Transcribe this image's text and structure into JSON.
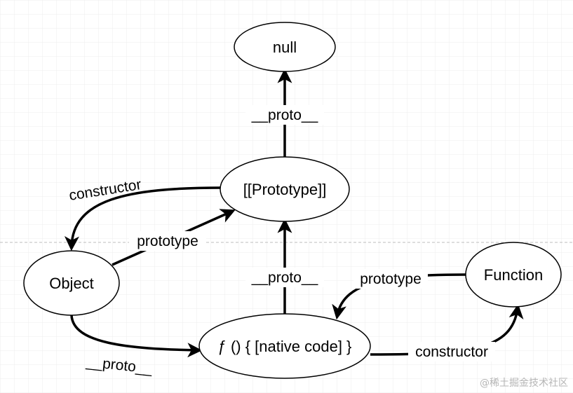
{
  "nodes": {
    "null": "null",
    "prototype_object": "[[Prototype]]",
    "object": "Object",
    "native_function": "ƒ () { [native code] }",
    "function": "Function"
  },
  "edges": {
    "proto_to_null": "__proto__",
    "native_proto": "__proto__",
    "object_proto": "__proto__",
    "object_prototype": "prototype",
    "function_prototype": "prototype",
    "constructor_object": "constructor",
    "constructor_function": "constructor"
  },
  "watermark": "@稀土掘金技术社区",
  "colors": {
    "stroke": "#000000",
    "grid": "#e6e6e6",
    "divider": "#c8c8c8"
  }
}
